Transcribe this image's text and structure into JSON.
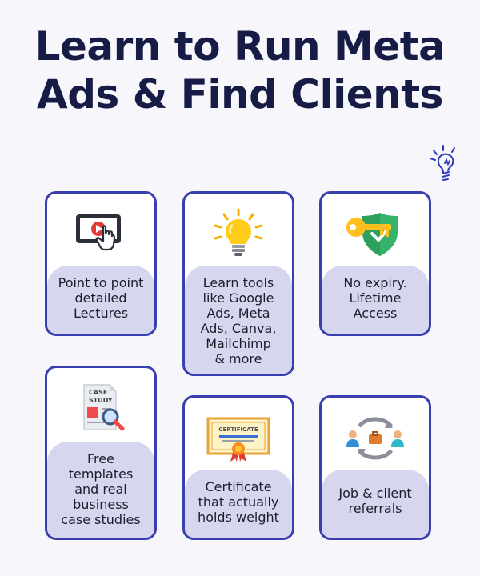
{
  "header": {
    "title_line1": "Learn to Run Meta",
    "title_line2": "Ads & Find Clients"
  },
  "cards": [
    {
      "text": "Point to point\ndetailed\nLectures",
      "icon": "tablet-video-icon"
    },
    {
      "text": "Learn tools\nlike Google\nAds, Meta\nAds, Canva,\nMailchimp\n& more",
      "icon": "lightbulb-icon"
    },
    {
      "text": "No expiry.\nLifetime\nAccess",
      "icon": "key-shield-icon"
    },
    {
      "text": "Free\ntemplates\nand real\nbusiness\ncase studies",
      "icon": "case-study-icon",
      "icon_label_1": "CASE",
      "icon_label_2": "STUDY"
    },
    {
      "text": "Certificate\nthat actually\nholds weight",
      "icon": "certificate-icon",
      "icon_label": "CERTIFICATE"
    },
    {
      "text": "Job & client\nreferrals",
      "icon": "referral-exchange-icon"
    }
  ],
  "colors": {
    "background": "#f7f7fb",
    "title": "#171c46",
    "card_border": "#3a3fb0",
    "card_text_bg": "#d6d6ee"
  }
}
